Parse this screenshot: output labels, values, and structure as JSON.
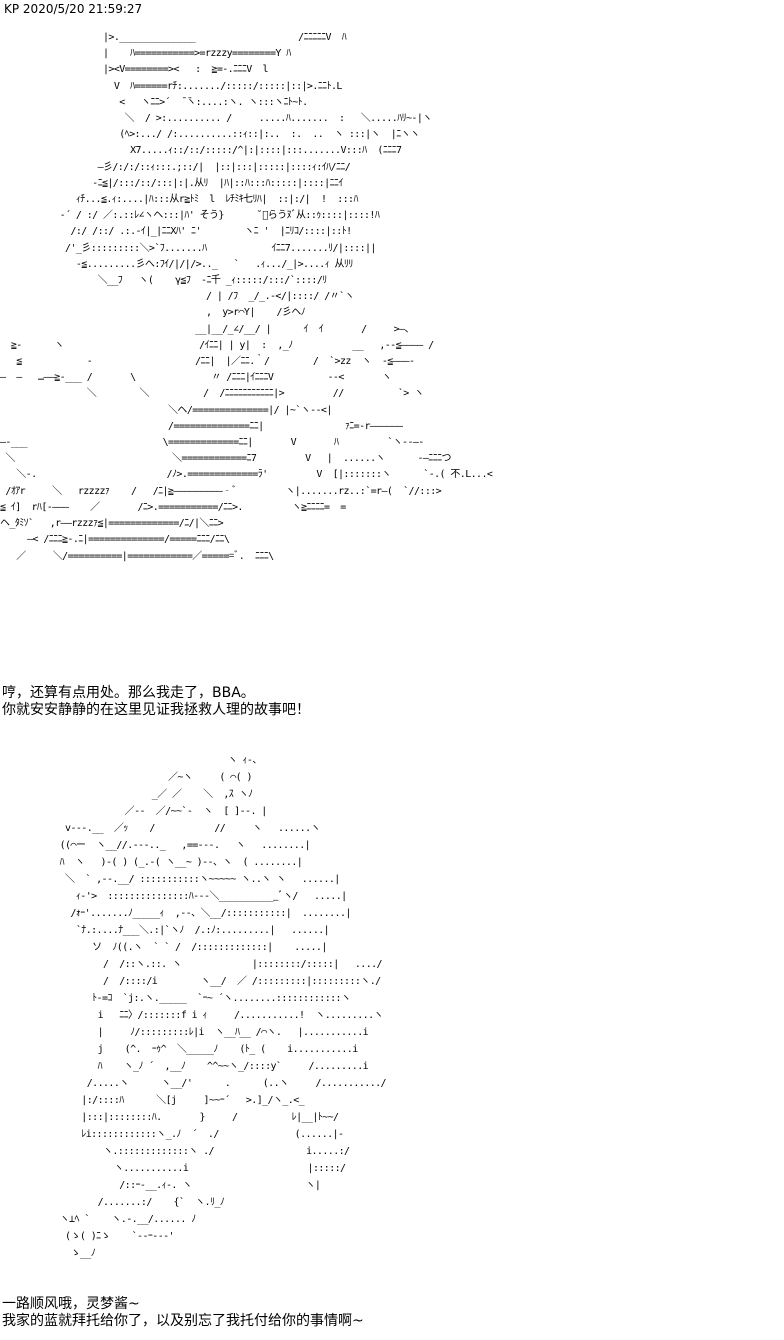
{
  "header": {
    "timestamp": "KP 2020/5/20 21:59:27"
  },
  "panel1": {
    "art": [
      "                   |>.______________                   /ﾆﾆﾆﾆﾆV  ﾊ",
      "                   |    ﾊ===========>=rzzzy========Y ﾊ",
      "                   |><V========><   :  ≧=-.ﾆﾆﾆV  l",
      "                     V  ﾊ======rﾁ:......./:::::/:::::|::|>.ﾆﾆﾄ.L",
      "                      <   ヽﾆﾆ>´  ̄ ̄ヽ:....:ヽ. ヽ:::ヽﾆﾄ~ﾄ.",
      "                       ＼  / >:.......... /     .....ﾊ.......  :   ＼.....ﾊﾘ~-|ヽ",
      "                      (ﾍ>:.../ /:..........::ｨ::|:..  :.  ..  ヽ :::|ヽ  |ﾆヽヽ",
      "                        X7.....ｨ::/::/:::::/^|:|::::|:::.......V:::ﾊ  (ﾆﾆﾆ7",
      "                  ―彡/:/:/::ｨ:::.;::/|  |::|:::|:::::|::::ｨ:ｲﾊ/ﾆﾆ/",
      "                 ‐ﾆ≦|/:::/::/:::|:|.从ﾘ  |ﾊ|::ﾊ:::ﾊ:::::|::::|ﾆﾆｲ",
      "              ｨﾁ...≦.ｨ:....|ﾊ:::从r≧ﾄﾐ  l  ﾚﾁﾐｷ七ﾘﾊ|  ::|:/|  !  :::ﾊ",
      "           ‐´ / :/ ／:.::ﾚ∠ヽヘ:::|ﾊ' そう}      ˘ﾞらうﾇﾞ从::ｩ::::|::::!ﾊ",
      "             /:/ /::/ .:.-ｲ|_|ﾆﾆXﾊ' ﾆ'        ヽﾆ '  |ﾆﾘｺ/::::|::ﾄ!",
      "            /'_彡:::::::::＼>`ﾌ.......ﾊ            ｲﾆﾆ7.......ﾘ/|::::||",
      "              ‐≦.........彡へ:ﾌｲ/|/|/>.._   `   .ｨ.../_|>....ｨ 从ﾘﾘ",
      "                  ＼__ﾌ   ヽ(    γ≦ﾌ  ‐ﾆ千 _ｨ:::::/:::/`::::/ﾘ",
      "                                      / | /ﾌ  _/_.-</|::::/ /〃`ヽ",
      "                                      ,  y>r⌒Y|    /彡ヘﾉ",
      "                                    __|__/_∠/__/ |      ｲ  ｲ       /     >―、",
      "  ≧-      ヽ                         /ｲﾆﾆ| | y|  :  ,_ﾉ           __   ,-‐≦―――― /",
      "   ≦            ‐                   /ﾆﾆ|  |／ﾆﾆ.｀/        /  `>zz  ヽ  ‐≦―――‐",
      "―  ―   …――≧-___ /       \\              〃 /ﾆﾆﾆ|ｲﾆﾆﾆV          ‐‐<       ヽ",
      "                ＼        ＼          /  /ﾆﾆﾆﾆﾆﾆﾆﾆﾆﾆﾆ|>         //          `> ヽ",
      "                               ＼ヘ/==============|/ |~`ヽ--<|",
      "                               /==============ﾆﾆ|               ｧﾆ=-r――――――",
      "―-___                         \\=============ﾆﾆ|       V       ﾊ         `ヽ--―‐",
      " ＼                             ＼============ﾆ7         V   |  ......ヽ      -―ﾆﾆﾆつ",
      "   ＼-.                        /ﾉ>.=============ﾗ'         V  [|:::::::ヽ      `‐.( 不.L...<",
      " /ｵｱr     ＼   rzzzzｧ    /   /ﾆ|≧―――――――――‐ﾞ         ヽ|.......rz..:`=r―(  `//:::>",
      "≦ ｲ]  rﾊ[‐―――    ／       /ﾆ>.===========/ﾆﾆ>.         ヽ≧ﾆﾆﾆﾆ=  =",
      "ヘ_ﾀﾐｿ`   ,r――rzzzｧ≦|=============/ﾆ/|＼ﾆﾆ>",
      "     ―< /ﾆﾆﾆ≧-.ﾆ|==============/=====ﾆﾆﾆ/ﾆﾆ\\",
      "   ／     ＼/==========|============／======ﾞ.  ﾆﾆﾆ\\"
    ],
    "dialogue": "哼，还算有点用处。那么我走了，BBA。\n你就安安静静的在这里见证我拯救人理的故事吧！"
  },
  "panel2": {
    "art": [
      "                                          ヽ ｨ-、",
      "                               ／~ヽ     ( ⌒( )",
      "                            _／ ／    ＼  ,ｽ ヽﾉ",
      "                       ／-‐  ／/~~`‐  ヽ  [ ]--. |",
      "            v---.__  ／ｯ    /           //     ヽ   ......ヽ",
      "           ((⌒ー  ヽ__//.---.._   ,==---.   ヽ   ........|",
      "           ﾊ  ヽ   )-( ) (_.-( ヽ__~ )--、ヽ  ( ........|",
      "            ＼  ` ,--.__/ :::::::::::ヽ~~~~~ ヽ..ヽ ヽ   ......|",
      "              ｨ-'>  :::::::::::::::ﾊ---＼___________ﾞヽ/   .....|",
      "             /ｫｰ'.......ﾉ_____ｨ  ,--、＼__/:::::::::::|  ........|",
      "              `ﾅ.:....ﾅ___＼.:|`ヽﾉ  /.:ﾉ:.........|   ......|",
      "                 ソ  ﾉ((.ヽ  ` ` /  /:::::::::::::|    .....|",
      "                   /  /::ヽ.::. ヽ             |::::::::/:::::|   ..../",
      "                   /  /::::/i        ヽ__/  ／ /:::::::::|:::::::::ヽ./",
      "                 ﾄ-=ｺ  `j:.ヽ._____  `ｰ~ ´ヽ........::::::::::::ヽ",
      "                  i   ﾆﾆ〉/:::::::f i ｨ     /...........!  ヽ.........ヽ",
      "                  |     ﾉ/:::::::::ﾚ|i  ヽ__ﾊ__ /⌒ヽ.   |...........i",
      "                  j    (^.  ｰｩ^  ＼_____ﾉ    (ﾄ_ (    i...........i",
      "                  ﾊ    ヽ_ﾉ ´  ,__ﾉ    ^^~~ヽ_/::::y`     /.........i",
      "                /.....ヽ      ヽ__/'      .      (..ヽ     /.........../",
      "               |:/::::ﾊ      ＼[j     ]~~ｰ´   >.]_/ヽ_.<_",
      "               |:::|::::::::ﾊ.       }     /          ﾚ|__|ﾄ~~/",
      "               ﾚi::::::::::::ヽ_.ﾉ  ´  ./              (......|‐",
      "                   ヽ.:::::::::::::ヽ ./                 i.....:/",
      "                     ヽ...........i                      |:::::/",
      "                      /::ｰ-__.ｨ-. ヽ                     ヽ|",
      "                  /.......:/    {`  ヽ.ﾘ_ﾉ",
      "           ヽ⊥ﾍ `    ヽ.-.__/...... ﾉ",
      "            (ゝ( )ﾆゝ    `--ｰ---'",
      "             ゝ__ﾉ"
    ],
    "dialogue": "一路顺风哦，灵梦酱~\n我家的蓝就拜托给你了，以及别忘了我托付给你的事情啊~"
  }
}
